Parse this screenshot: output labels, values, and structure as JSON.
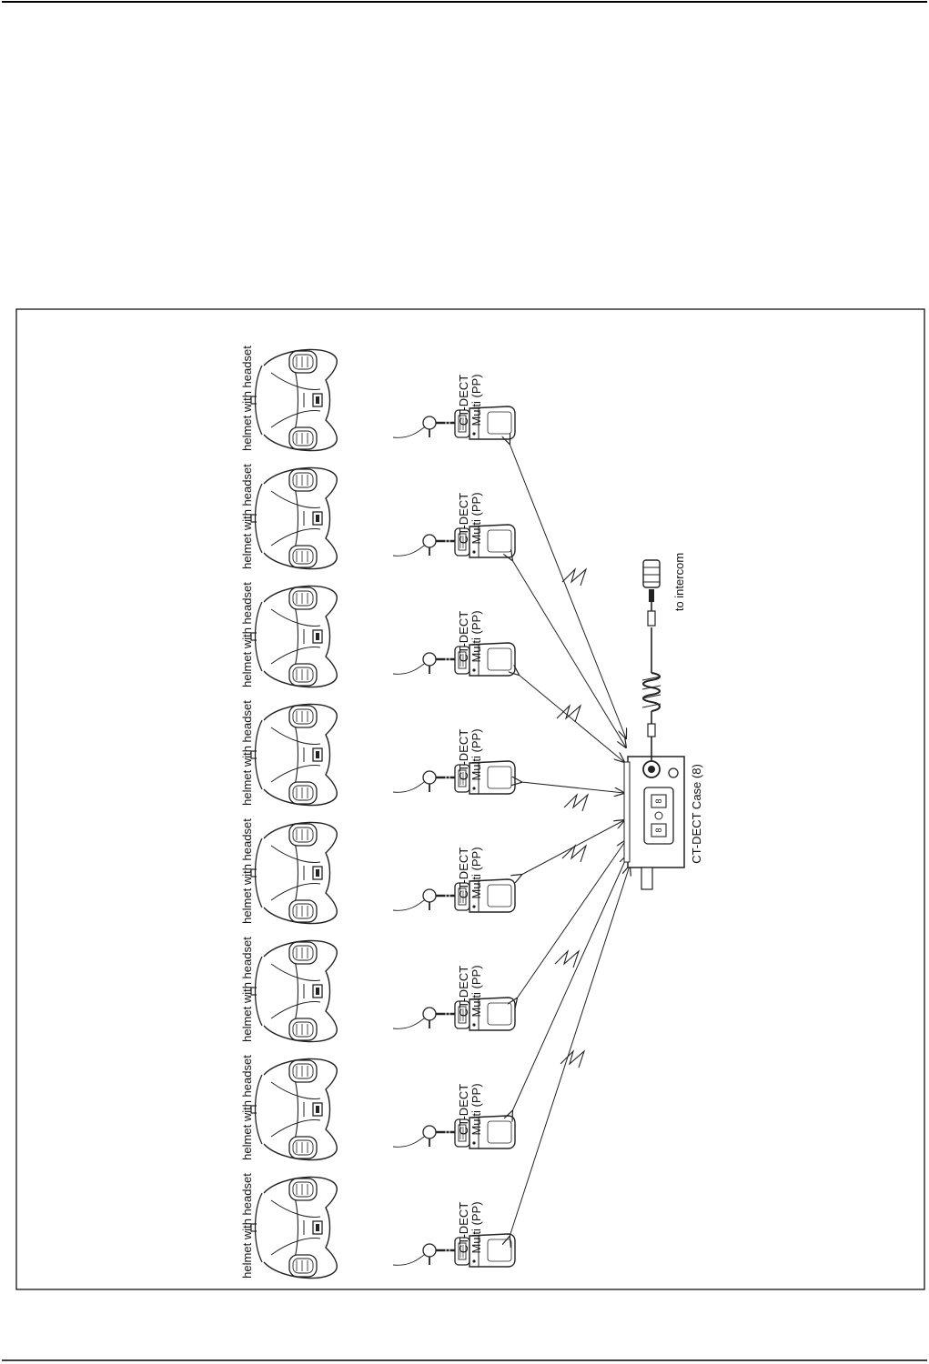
{
  "page": {
    "rule_color": "#000000",
    "line_color": "#222222"
  },
  "diagram": {
    "units": [
      {
        "helmet_label": "helmet with headset",
        "device_label_1": "CT-DECT",
        "device_label_2": "Multi (PP)"
      },
      {
        "helmet_label": "helmet with headset",
        "device_label_1": "CT-DECT",
        "device_label_2": "Multi (PP)"
      },
      {
        "helmet_label": "helmet with headset",
        "device_label_1": "CT-DECT",
        "device_label_2": "Multi (PP)"
      },
      {
        "helmet_label": "helmet with headset",
        "device_label_1": "CT-DECT",
        "device_label_2": "Multi (PP)"
      },
      {
        "helmet_label": "helmet with headset",
        "device_label_1": "CT-DECT",
        "device_label_2": "Multi (PP)"
      },
      {
        "helmet_label": "helmet with headset",
        "device_label_1": "CT-DECT",
        "device_label_2": "Multi (PP)"
      },
      {
        "helmet_label": "helmet with headset",
        "device_label_1": "CT-DECT",
        "device_label_2": "Multi (PP)"
      },
      {
        "helmet_label": "helmet with headset",
        "device_label_1": "CT-DECT",
        "device_label_2": "Multi (PP)"
      }
    ],
    "base": {
      "label": "CT-DECT Case (8)",
      "panel_labels": [
        "8",
        "8"
      ]
    },
    "cable": {
      "label": "to intercom"
    }
  }
}
